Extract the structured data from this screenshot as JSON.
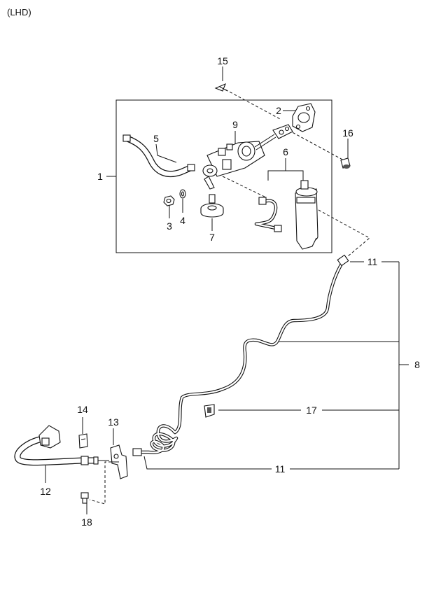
{
  "header": {
    "variant": "(LHD)"
  },
  "parts": {
    "p1": "1",
    "p2": "2",
    "p3": "3",
    "p4": "4",
    "p5": "5",
    "p6": "6",
    "p7": "7",
    "p8": "8",
    "p9": "9",
    "p11a": "11",
    "p11b": "11",
    "p12": "12",
    "p13": "13",
    "p14": "14",
    "p15": "15",
    "p16": "16",
    "p17": "17",
    "p18": "18"
  }
}
